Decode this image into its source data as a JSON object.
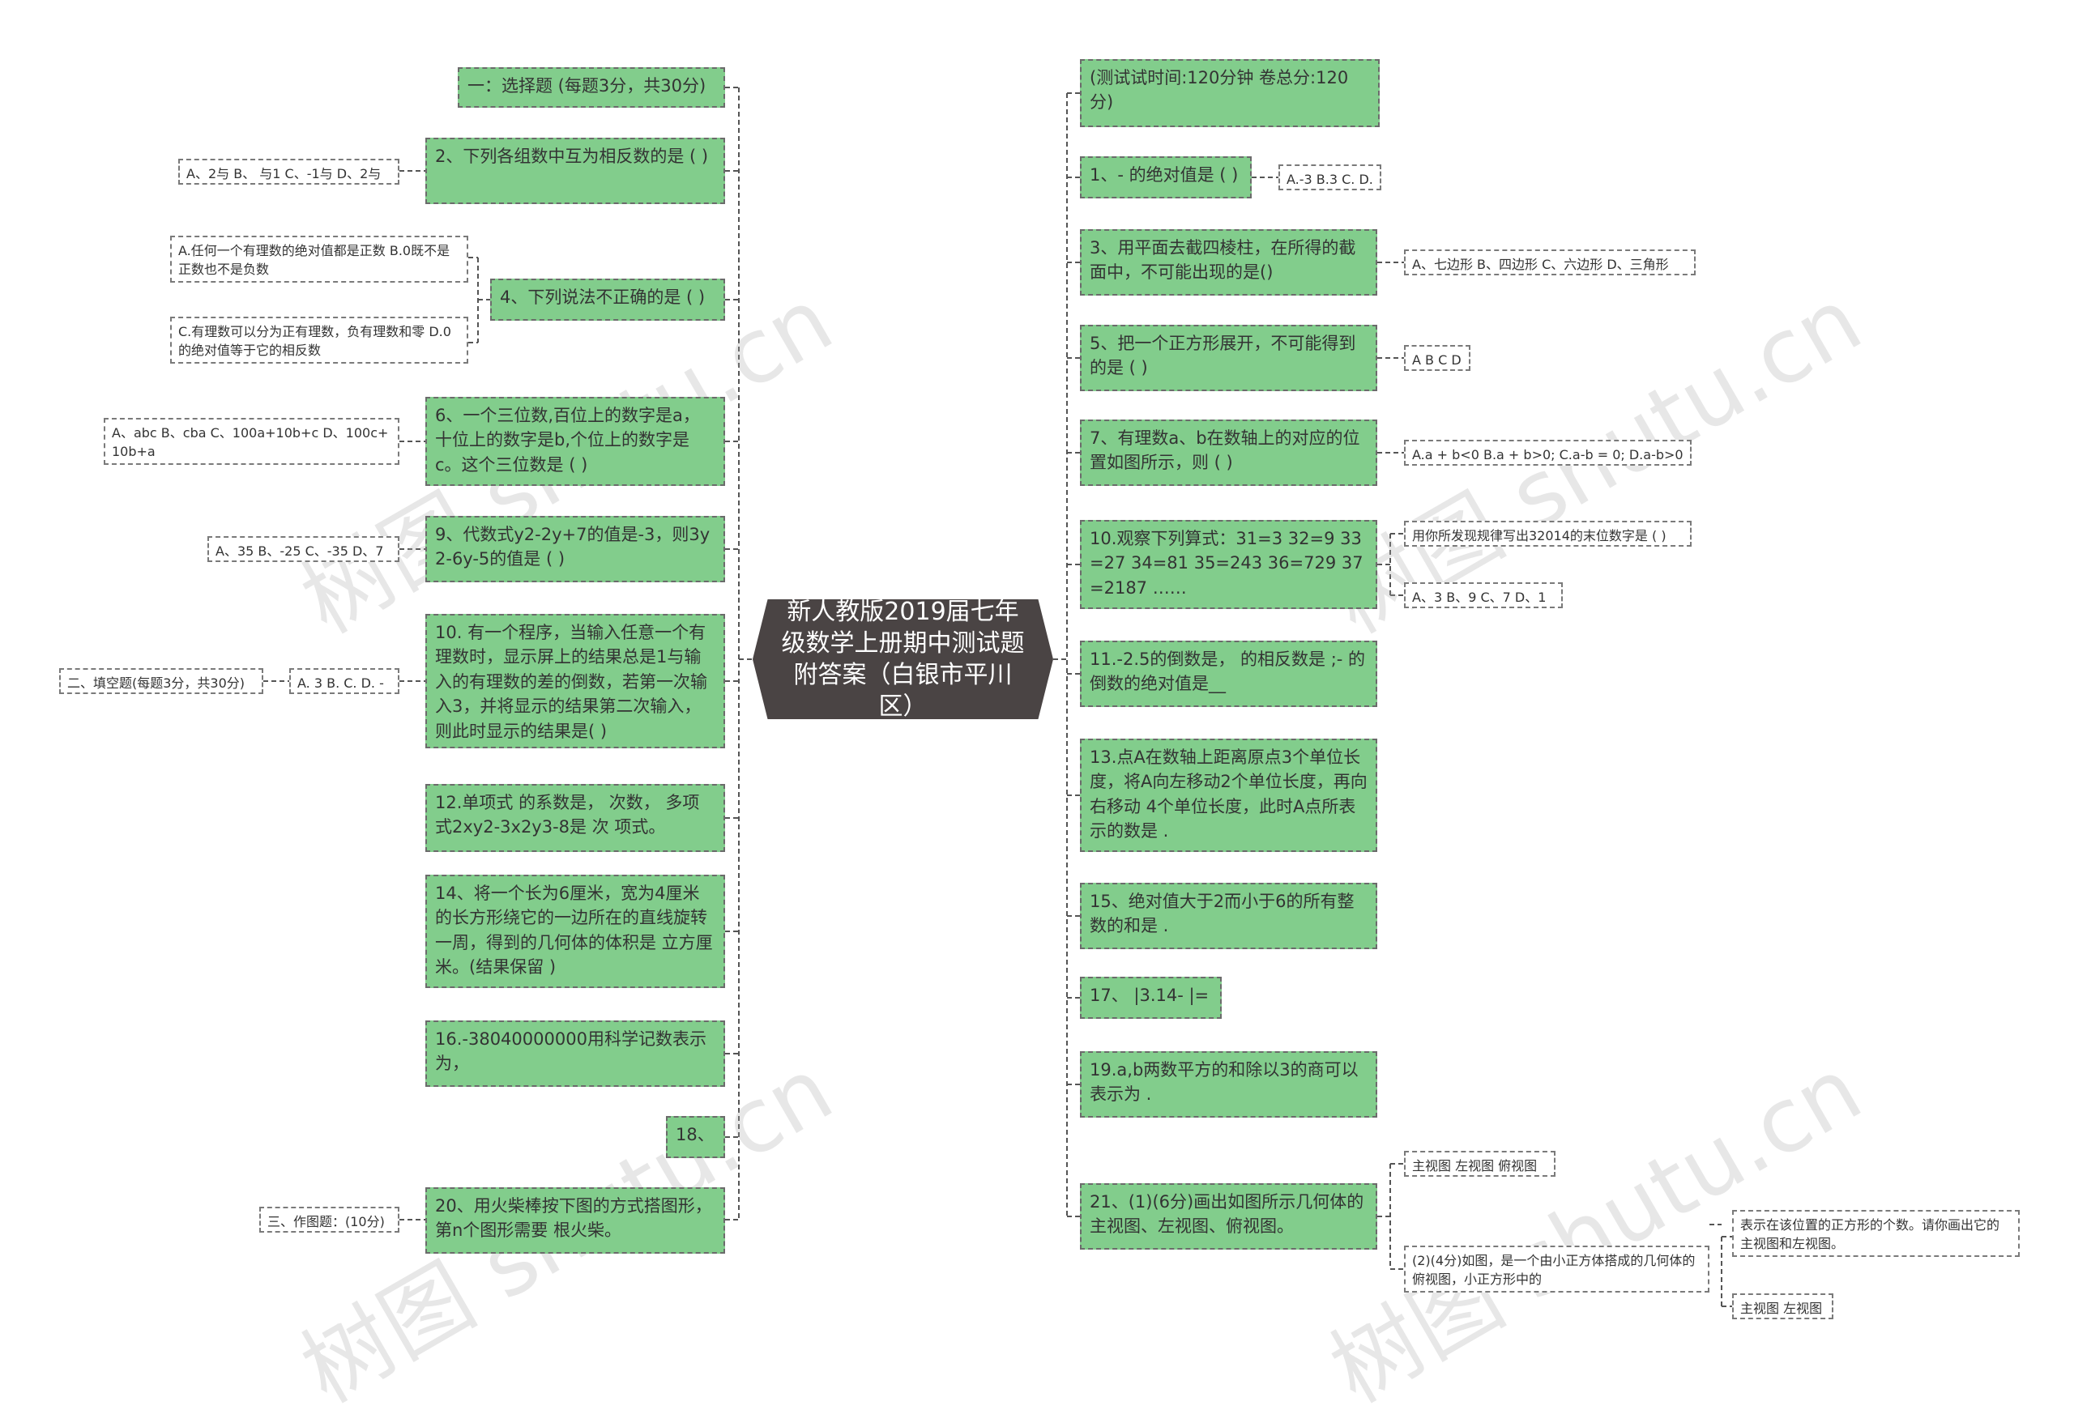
{
  "center": "新人教版2019届七年级数学上册期中测试题附答案（白银市平川区）",
  "left": {
    "n1": "一：选择题 (每题3分，共30分)",
    "n2": "2、下列各组数中互为相反数的是 ( )",
    "n2_leaf": "A、2与 B、 与1 C、-1与 D、2与",
    "n4": "4、下列说法不正确的是 ( )",
    "n4_leaf1": "A.任何一个有理数的绝对值都是正数 B.0既不是正数也不是负数",
    "n4_leaf2": "C.有理数可以分为正有理数，负有理数和零 D.0的绝对值等于它的相反数",
    "n6": "6、一个三位数,百位上的数字是a，十位上的数字是b,个位上的数字是c。这个三位数是 ( )",
    "n6_leaf": "A、abc B、cba C、100a+10b+c D、100c+10b+a",
    "n9": "9、代数式y2-2y+7的值是-3，则3y2-6y-5的值是 ( )",
    "n9_leaf": "A、35 B、-25 C、-35 D、7",
    "n10": "10. 有一个程序，当输入任意一个有理数时，显示屏上的结果总是1与输入的有理数的差的倒数，若第一次输入3，并将显示的结果第二次输入，则此时显示的结果是( )",
    "n10_leaf": "A. 3 B. C. D. -3",
    "n10_leaf2": "二、填空题(每题3分，共30分)",
    "n12": "12.单项式 的系数是， 次数， 多项式2xy2-3x2y3-8是 次 项式。",
    "n14": "14、将一个长为6厘米，宽为4厘米的长方形绕它的一边所在的直线旋转一周，得到的几何体的体积是 立方厘米。(结果保留 )",
    "n16": "16.-38040000000用科学记数表示为，",
    "n18": "18、",
    "n20": "20、用火柴棒按下图的方式搭图形，第n个图形需要 根火柴。",
    "n20_leaf": "三、作图题：(10分)"
  },
  "right": {
    "r0": "(测试试时间:120分钟 卷总分:120分)",
    "r1": "1、- 的绝对值是 ( )",
    "r1_leaf": "A.-3 B.3 C. D.",
    "r3": "3、用平面去截四棱柱，在所得的截面中，不可能出现的是()",
    "r3_leaf": "A、七边形 B、四边形 C、六边形 D、三角形",
    "r5": "5、把一个正方形展开，不可能得到的是 ( )",
    "r5_leaf": "A B C D",
    "r7": "7、有理数a、b在数轴上的对应的位置如图所示，则 ( )",
    "r7_leaf": "A.a + b<0 B.a + b>0; C.a-b = 0; D.a-b>0",
    "r10": "10.观察下列算式：31=3 32=9 33=27 34=81 35=243 36=729 37=2187 ……",
    "r10_leaf1": "用你所发现规律写出32014的末位数字是 ( )",
    "r10_leaf2": "A、3 B、9 C、7 D、1",
    "r11": "11.-2.5的倒数是， 的相反数是 ;- 的倒数的绝对值是__",
    "r13": "13.点A在数轴上距离原点3个单位长度，将A向左移动2个单位长度，再向右移动 4个单位长度，此时A点所表示的数是 .",
    "r15": "15、绝对值大于2而小于6的所有整数的和是 .",
    "r17": "17、 |3.14- |= .",
    "r19": "19.a,b两数平方的和除以3的商可以表示为 .",
    "r21": "21、(1)(6分)画出如图所示几何体的主视图、左视图、俯视图。",
    "r21_leaf1": "主视图 左视图 俯视图",
    "r21_leaf2": "(2)(4分)如图，是一个由小正方体搭成的几何体的俯视图，小正方形中的",
    "r21_sub1": "表示在该位置的正方形的个数。请你画出它的主视图和左视图。",
    "r21_sub2": "主视图 左视图"
  },
  "watermark": "树图 shutu.cn"
}
